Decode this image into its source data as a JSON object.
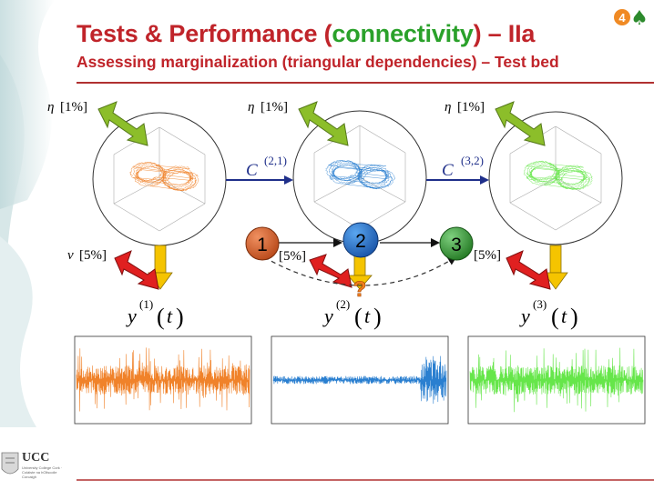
{
  "title": {
    "prefix": "Tests & Performance (",
    "highlight": "connectivity",
    "suffix": ") – IIa"
  },
  "subtitle": "Assessing marginalization (triangular dependencies) – Test bed",
  "badge": {
    "number": "4",
    "suit": "♠"
  },
  "noise": {
    "eta_symbol": "η",
    "eta_level": "[1%]",
    "nu_symbol": "ν",
    "nu_level": "[5%]",
    "obs_level": "[5%]"
  },
  "coupling": {
    "c_symbol": "C",
    "c12": "(2,1)",
    "c32": "(3,2)"
  },
  "nodes": [
    {
      "label": "1",
      "color": "#c8571a"
    },
    {
      "label": "2",
      "color": "#1f66b8"
    },
    {
      "label": "3",
      "color": "#2f9a2f"
    }
  ],
  "unknown_mark": "?",
  "outputs": [
    {
      "y": "y",
      "sup": "(1)",
      "t": "t"
    },
    {
      "y": "y",
      "sup": "(2)",
      "t": "t"
    },
    {
      "y": "y",
      "sup": "(3)",
      "t": "t"
    }
  ],
  "series_colors": [
    "#f0822a",
    "#2a7fd0",
    "#66e64a"
  ],
  "logo": {
    "text": "UCC",
    "sub": "University College Cork · Coláiste na hOllscoile Corcaigh"
  },
  "colors": {
    "accent": "#c0242a",
    "highlight": "#2aa12a",
    "arrow": "#1f2f8a",
    "ground": "#f5c400"
  }
}
